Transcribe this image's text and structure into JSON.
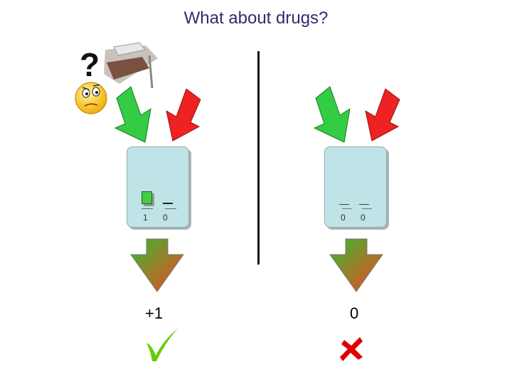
{
  "slide": {
    "title": "What about drugs?",
    "question_mark": "?"
  },
  "left": {
    "counter_a": "1",
    "counter_b": "0",
    "result": "+1",
    "result_icon": "checkmark-icon"
  },
  "right": {
    "counter_a": "0",
    "counter_b": "0",
    "result": "0",
    "result_icon": "cross-icon"
  },
  "colors": {
    "title": "#2e2e6e",
    "panel": "#bfe3e6",
    "green_arrow": "#33cc44",
    "red_arrow": "#ee2222",
    "check": "#66cc00",
    "cross": "#dd0000"
  }
}
